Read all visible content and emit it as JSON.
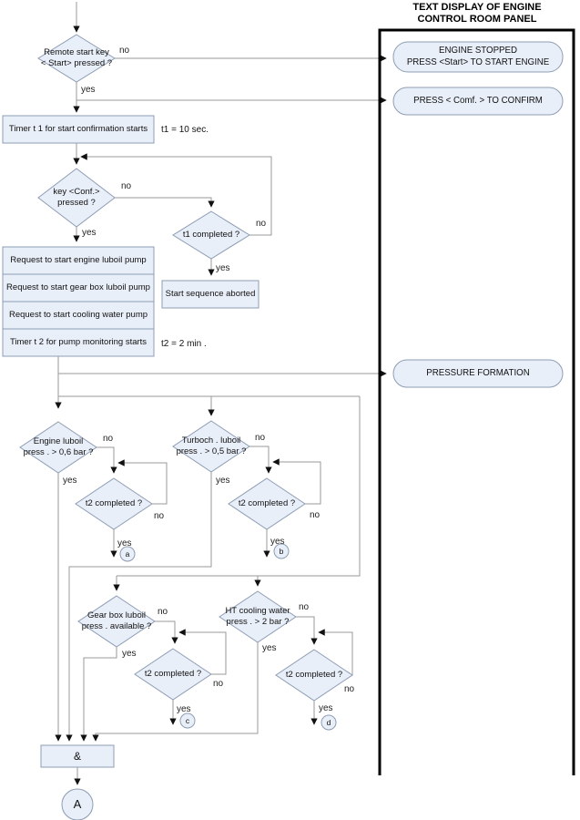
{
  "labels": {
    "yes": "yes",
    "no": "no"
  },
  "notes": {
    "t1": "t1 = 10 sec.",
    "t2": "t2 = 2 min ."
  },
  "panel": {
    "title1": "TEXT DISPLAY OF ENGINE",
    "title2": "CONTROL ROOM PANEL",
    "engine_stopped": {
      "line1": "ENGINE STOPPED",
      "line2": "PRESS  <Start> TO START ENGINE"
    },
    "press_confirm": "PRESS  < Comf. > TO CONFIRM",
    "pressure_formation": "PRESSURE FORMATION"
  },
  "nodes": {
    "remote_start": {
      "line1": "Remote start key",
      "line2": "< Start> pressed ?"
    },
    "timer_t1": "Timer t 1 for start confirmation starts",
    "key_conf": {
      "line1": "key <Conf.>",
      "line2": "pressed  ?"
    },
    "t1_completed": "t1 completed ?",
    "start_aborted": "Start sequence aborted",
    "req_engine_pump": "Request to start engine luboil pump",
    "req_gearbox_pump": "Request to start gear box luboil pump",
    "req_cooling_pump": "Request to start cooling water pump",
    "timer_t2": "Timer t 2 for pump monitoring starts",
    "engine_luboil": {
      "line1": "Engine luboil",
      "line2": "press . > 0,6 bar ?"
    },
    "turboch_luboil": {
      "line1": "Turboch . luboil",
      "line2": "press . > 0,5 bar ?"
    },
    "gearbox_luboil": {
      "line1": "Gear box luboil",
      "line2": "press . available  ?"
    },
    "ht_cooling": {
      "line1": "HT cooling water",
      "line2": "press . > 2 bar ?"
    },
    "t2_completed": "t2 completed  ?",
    "and_gate": "&",
    "connector_A": "A",
    "connector_a": "a",
    "connector_b": "b",
    "connector_c": "c",
    "connector_d": "d"
  },
  "colors": {
    "node_fill": "#e9eff9",
    "node_border": "#8d9cb3",
    "line": "#9a9a9a",
    "arrow": "#111111",
    "panel_border": "#000000"
  }
}
